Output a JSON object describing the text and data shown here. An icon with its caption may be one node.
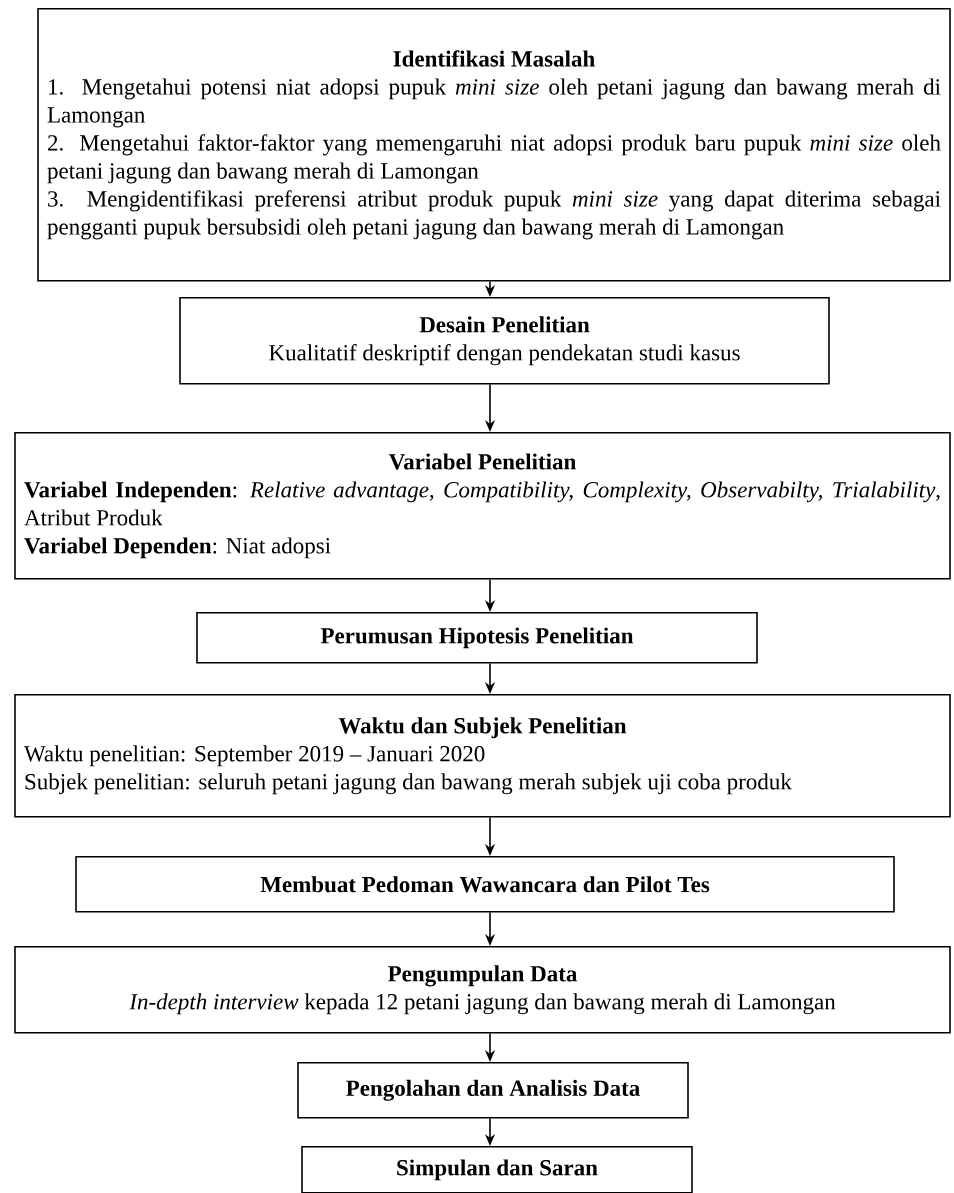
{
  "diagram": {
    "nodes": [
      {
        "text": [
          "Identifikasi Masalah",
          "1. Mengetahui potensi niat adopsi pupuk *mini size* oleh petani jagung dan bawang merah di Lamongan",
          "2. Mengetahui faktor-faktor yang memengaruhi niat adopsi produk baru pupuk *mini size* oleh petani jagung dan bawang merah di Lamongan",
          "3. Mengidentifikasi preferensi atribut produk pupuk *mini size* yang dapat diterima sebagai pengganti pupuk bersubsidi oleh petani jagung dan bawang merah di Lamongan"
        ]
      },
      {
        "text": [
          "Desain Penelitian",
          "Kualitatif deskriptif dengan pendekatan studi kasus"
        ]
      },
      {
        "text": [
          "Variabel Penelitian",
          "**Variabel Independen**: *Relative advantage, Compatibility, Complexity, Observabilty, Trialability*, Atribut Produk",
          "**Variabel Dependen**: Niat adopsi"
        ]
      },
      {
        "text": [
          "Perumusan Hipotesis Penelitian"
        ]
      },
      {
        "text": [
          "Waktu dan Subjek Penelitian",
          "Waktu penelitian: September 2019 – Januari 2020",
          "Subjek penelitian: seluruh petani jagung dan bawang merah subjek uji coba produk"
        ]
      },
      {
        "text": [
          "Membuat Pedoman Wawancara dan Pilot Tes"
        ]
      },
      {
        "text": [
          "Pengumpulan Data",
          "*In-depth interview* kepada 12 petani jagung dan bawang merah di Lamongan"
        ]
      },
      {
        "text": [
          "Pengolahan dan Analisis Data"
        ]
      },
      {
        "text": [
          "Simpulan dan Saran"
        ]
      }
    ],
    "edges": [
      {
        "from": 0,
        "to": 1,
        "arrow": "to"
      },
      {
        "from": 1,
        "to": 2,
        "arrow": "to"
      },
      {
        "from": 2,
        "to": 3,
        "arrow": "to"
      },
      {
        "from": 3,
        "to": 4,
        "arrow": "to"
      },
      {
        "from": 4,
        "to": 5,
        "arrow": "to"
      },
      {
        "from": 5,
        "to": 6,
        "arrow": "to"
      },
      {
        "from": 6,
        "to": 7,
        "arrow": "to"
      },
      {
        "from": 7,
        "to": 8,
        "arrow": "to"
      }
    ]
  }
}
